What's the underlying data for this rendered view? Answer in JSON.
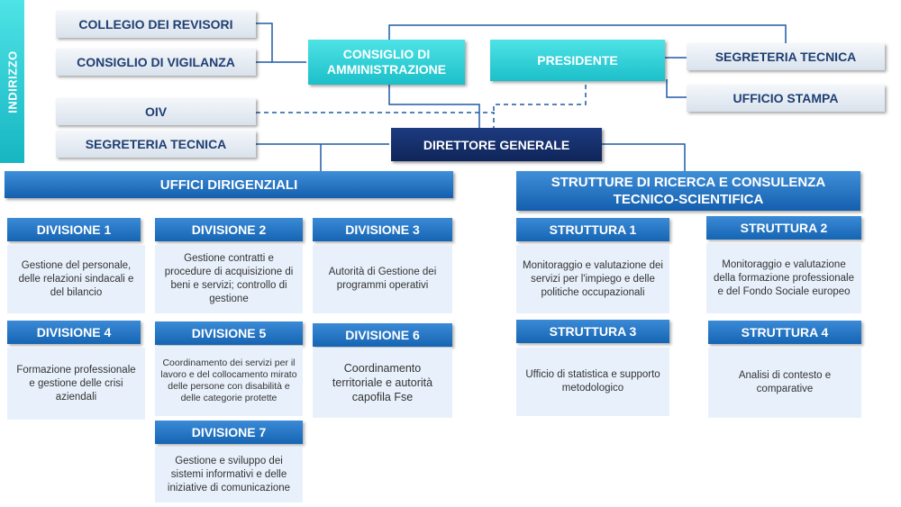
{
  "side_label": "INDIRIZZO",
  "left_boxes": {
    "collegio": "COLLEGIO DEI REVISORI",
    "vigilanza": "CONSIGLIO DI VIGILANZA",
    "oiv": "OIV",
    "segreteria": "SEGRETERIA TECNICA"
  },
  "consiglio": "CONSIGLIO DI AMMINISTRAZIONE",
  "presidente": "PRESIDENTE",
  "right_boxes": {
    "segreteria": "SEGRETERIA TECNICA",
    "stampa": "UFFICIO STAMPA"
  },
  "direttore": "DIRETTORE GENERALE",
  "uffici": "UFFICI DIRIGENZIALI",
  "strutture_title": "STRUTTURE DI RICERCA E CONSULENZA TECNICO-SCIENTIFICA",
  "divisioni": [
    {
      "title": "DIVISIONE 1",
      "text": "Gestione del personale, delle relazioni sindacali e del bilancio"
    },
    {
      "title": "DIVISIONE 2",
      "text": "Gestione contratti e procedure di acquisizione di beni e servizi; controllo di gestione"
    },
    {
      "title": "DIVISIONE 3",
      "text": "Autorità di Gestione dei programmi operativi"
    },
    {
      "title": "DIVISIONE 4",
      "text": "Formazione professionale e gestione delle crisi aziendali"
    },
    {
      "title": "DIVISIONE 5",
      "text": "Coordinamento dei servizi per il lavoro e del collocamento mirato delle persone con disabilità e delle categorie protette"
    },
    {
      "title": "DIVISIONE 6",
      "text": "Coordinamento territoriale e autorità capofila Fse"
    },
    {
      "title": "DIVISIONE 7",
      "text": "Gestione e sviluppo dei sistemi informativi e delle iniziative di comunicazione"
    }
  ],
  "strutture": [
    {
      "title": "STRUTTURA 1",
      "text": "Monitoraggio e valutazione dei servizi per l'impiego e delle politiche occupazionali"
    },
    {
      "title": "STRUTTURA 2",
      "text": "Monitoraggio e valutazione della formazione professionale e del Fondo Sociale europeo"
    },
    {
      "title": "STRUTTURA 3",
      "text": "Ufficio di statistica e supporto metodologico"
    },
    {
      "title": "STRUTTURA 4",
      "text": "Analisi di contesto e comparative"
    }
  ],
  "colors": {
    "teal": "#1cbfc9",
    "navy": "#0f2559",
    "blue": "#1565b4",
    "gray_text": "#1f3f73",
    "connector": "#1f5aa6"
  }
}
